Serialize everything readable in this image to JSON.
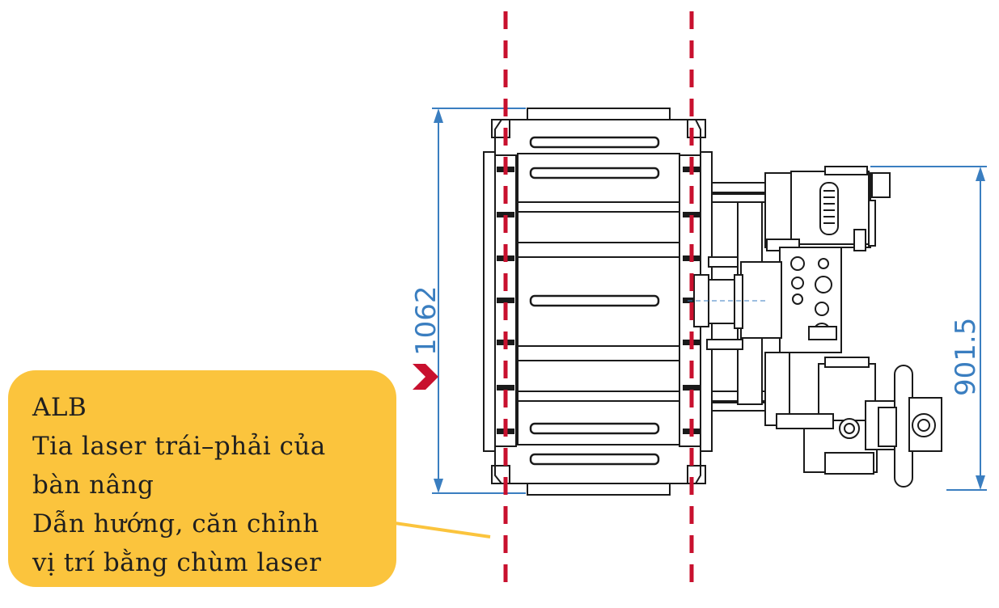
{
  "colors": {
    "dimension": "#3A7EC0",
    "laser_line": "#C8102E",
    "callout_bg": "#FBC43D",
    "marker": "#C8102E",
    "drawing": "#1a1a1a"
  },
  "dimensions": {
    "height_label": "1062",
    "right_label": "901.5"
  },
  "callout": {
    "lines": [
      "ALB",
      "Tia laser trái–phải của",
      "bàn nâng",
      "Dẫn hướng, căn chỉnh",
      "vị trí bằng chùm laser"
    ]
  }
}
